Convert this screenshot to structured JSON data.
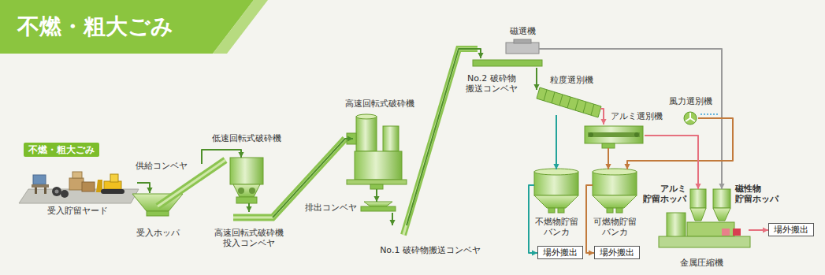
{
  "diagram": {
    "title": "不燃・粗大ごみ",
    "nodes": [
      {
        "text": [
          "不燃・粗大ごみ"
        ]
      },
      {
        "text": [
          "受入貯留ヤード"
        ]
      },
      {
        "text": [
          "受入ホッパ"
        ]
      },
      {
        "text": [
          "供給コンベヤ"
        ]
      },
      {
        "text": [
          "低速回転式破砕機"
        ]
      },
      {
        "text": [
          "高速回転式破砕機 投入コンベヤ"
        ]
      },
      {
        "text": [
          "高速回転式破砕機"
        ]
      },
      {
        "text": [
          "排出コンベヤ"
        ]
      },
      {
        "text": [
          "No.1 破砕物搬送コンベヤ"
        ]
      },
      {
        "text": [
          "No.2 破砕物 搬送コンベヤ"
        ]
      },
      {
        "text": [
          "磁選機"
        ]
      },
      {
        "text": [
          "粒度選別機"
        ]
      },
      {
        "text": [
          "アルミ選別機"
        ]
      },
      {
        "text": [
          "風力選別機"
        ]
      },
      {
        "text": [
          "不燃物貯留 バンカ"
        ]
      },
      {
        "text": [
          "可燃物貯留 バンカ"
        ]
      },
      {
        "text": [
          "アルミ 貯留ホッパ"
        ]
      },
      {
        "text": [
          "磁性物 貯留ホッパ"
        ]
      },
      {
        "text": [
          "金属圧縮機"
        ]
      },
      {
        "text": [
          "場外搬出"
        ]
      },
      {
        "text": [
          "場外搬出"
        ]
      },
      {
        "text": [
          "場外搬出"
        ]
      }
    ],
    "edges": [
      {
        "from": 1,
        "to": 2,
        "arrow": "to"
      },
      {
        "from": 3,
        "to": 4,
        "arrow": "to"
      },
      {
        "from": 4,
        "to": 5,
        "arrow": "to"
      },
      {
        "from": 5,
        "to": 6,
        "arrow": "to"
      },
      {
        "from": 6,
        "to": 7,
        "arrow": "to"
      },
      {
        "from": 7,
        "to": 8,
        "arrow": "to"
      },
      {
        "from": 8,
        "to": 9,
        "arrow": "to"
      },
      {
        "from": 9,
        "to": 11,
        "arrow": "to"
      },
      {
        "from": 10,
        "to": 17,
        "arrow": "to"
      },
      {
        "from": 11,
        "to": 14,
        "arrow": "to"
      },
      {
        "from": 11,
        "to": 12,
        "arrow": "to"
      },
      {
        "from": 12,
        "to": 15,
        "arrow": "to"
      },
      {
        "from": 13,
        "to": 15,
        "arrow": "to"
      },
      {
        "from": 12,
        "to": 16,
        "arrow": "to"
      },
      {
        "from": 14,
        "to": 19,
        "arrow": "to"
      },
      {
        "from": 15,
        "to": 20,
        "arrow": "to"
      },
      {
        "from": 18,
        "to": 21,
        "arrow": "to"
      }
    ]
  }
}
